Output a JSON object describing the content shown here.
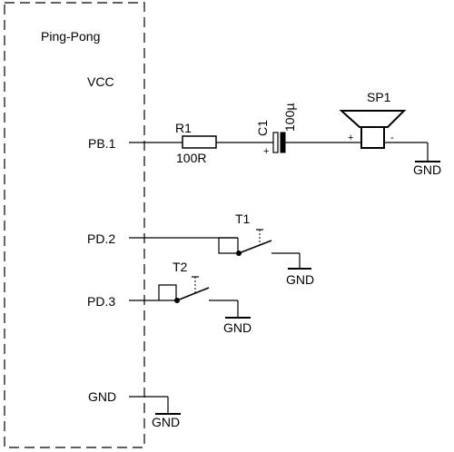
{
  "block": {
    "title": "Ping-Pong"
  },
  "pins": {
    "vcc": "VCC",
    "pb1": "PB.1",
    "pd2": "PD.2",
    "pd3": "PD.3",
    "gnd": "GND"
  },
  "resistor": {
    "ref": "R1",
    "value": "100R"
  },
  "capacitor": {
    "ref": "C1",
    "value": "100µ",
    "plus": "+"
  },
  "speaker": {
    "ref": "SP1",
    "plus": "+",
    "minus": "-"
  },
  "switches": {
    "t1": "T1",
    "t2": "T2"
  },
  "grounds": {
    "label": "GND"
  }
}
